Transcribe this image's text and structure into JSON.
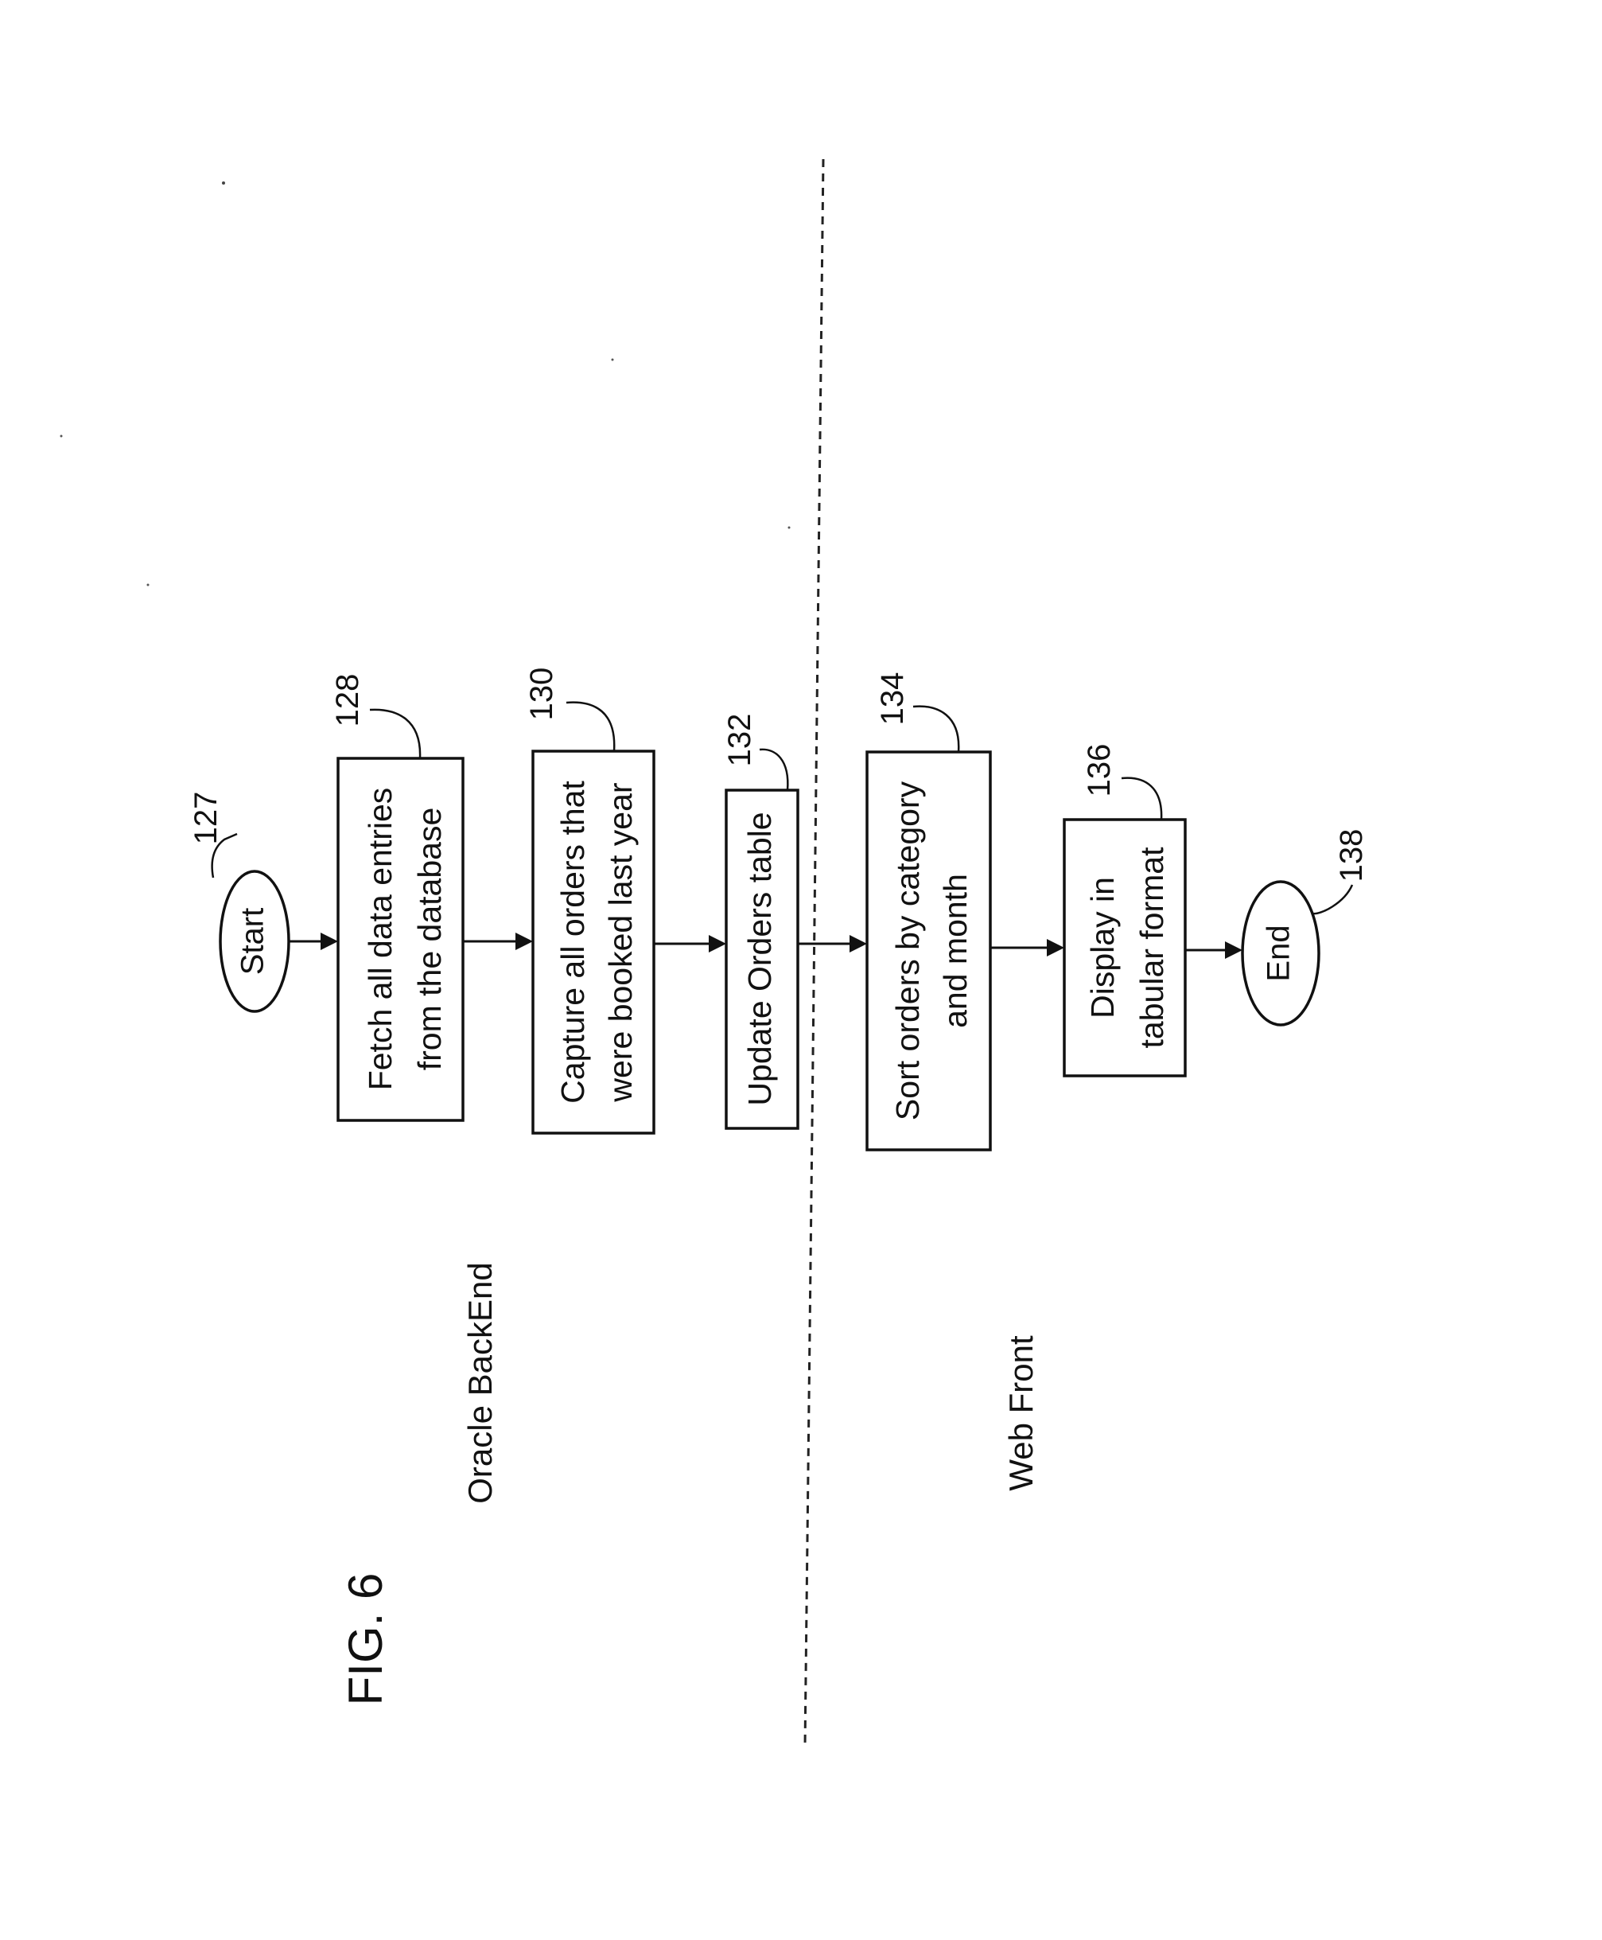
{
  "figure_label": "FIG. 6",
  "lanes": {
    "backend": "Oracle BackEnd",
    "frontend": "Web Front"
  },
  "steps": {
    "start": {
      "label": "Start",
      "ref": "127"
    },
    "fetch": {
      "line1": "Fetch all data entries",
      "line2": "from the database",
      "ref": "128"
    },
    "capture": {
      "line1": "Capture all orders that",
      "line2": "were booked last year",
      "ref": "130"
    },
    "update": {
      "line1": "Update Orders table",
      "ref": "132"
    },
    "sort": {
      "line1": "Sort orders by category",
      "line2": "and month",
      "ref": "134"
    },
    "display": {
      "line1": "Display in",
      "line2": "tabular format",
      "ref": "136"
    },
    "end": {
      "label": "End",
      "ref": "138"
    }
  }
}
